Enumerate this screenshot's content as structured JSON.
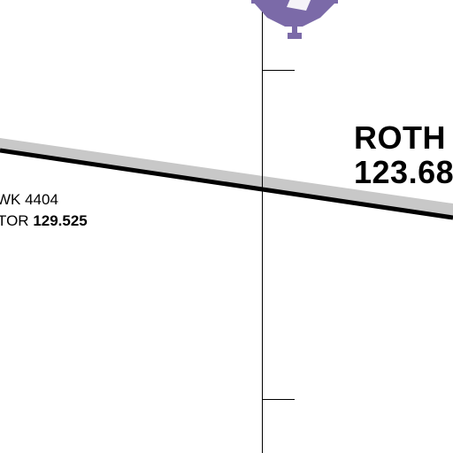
{
  "map": {
    "colors": {
      "background": "#ffffff",
      "airspace_boundary": "#000000",
      "boundary_shade": "#c8c8c8",
      "vertical_line": "#000000",
      "navaid_symbol": "#7b6aa8"
    },
    "navaid_icon": "vor-compass-symbol-icon",
    "labels": {
      "squawk_text": "WK 4404",
      "monitor_prefix": "TOR ",
      "monitor_frequency": "129.525",
      "sector_name": "ROTH",
      "sector_frequency": "123.680"
    }
  }
}
